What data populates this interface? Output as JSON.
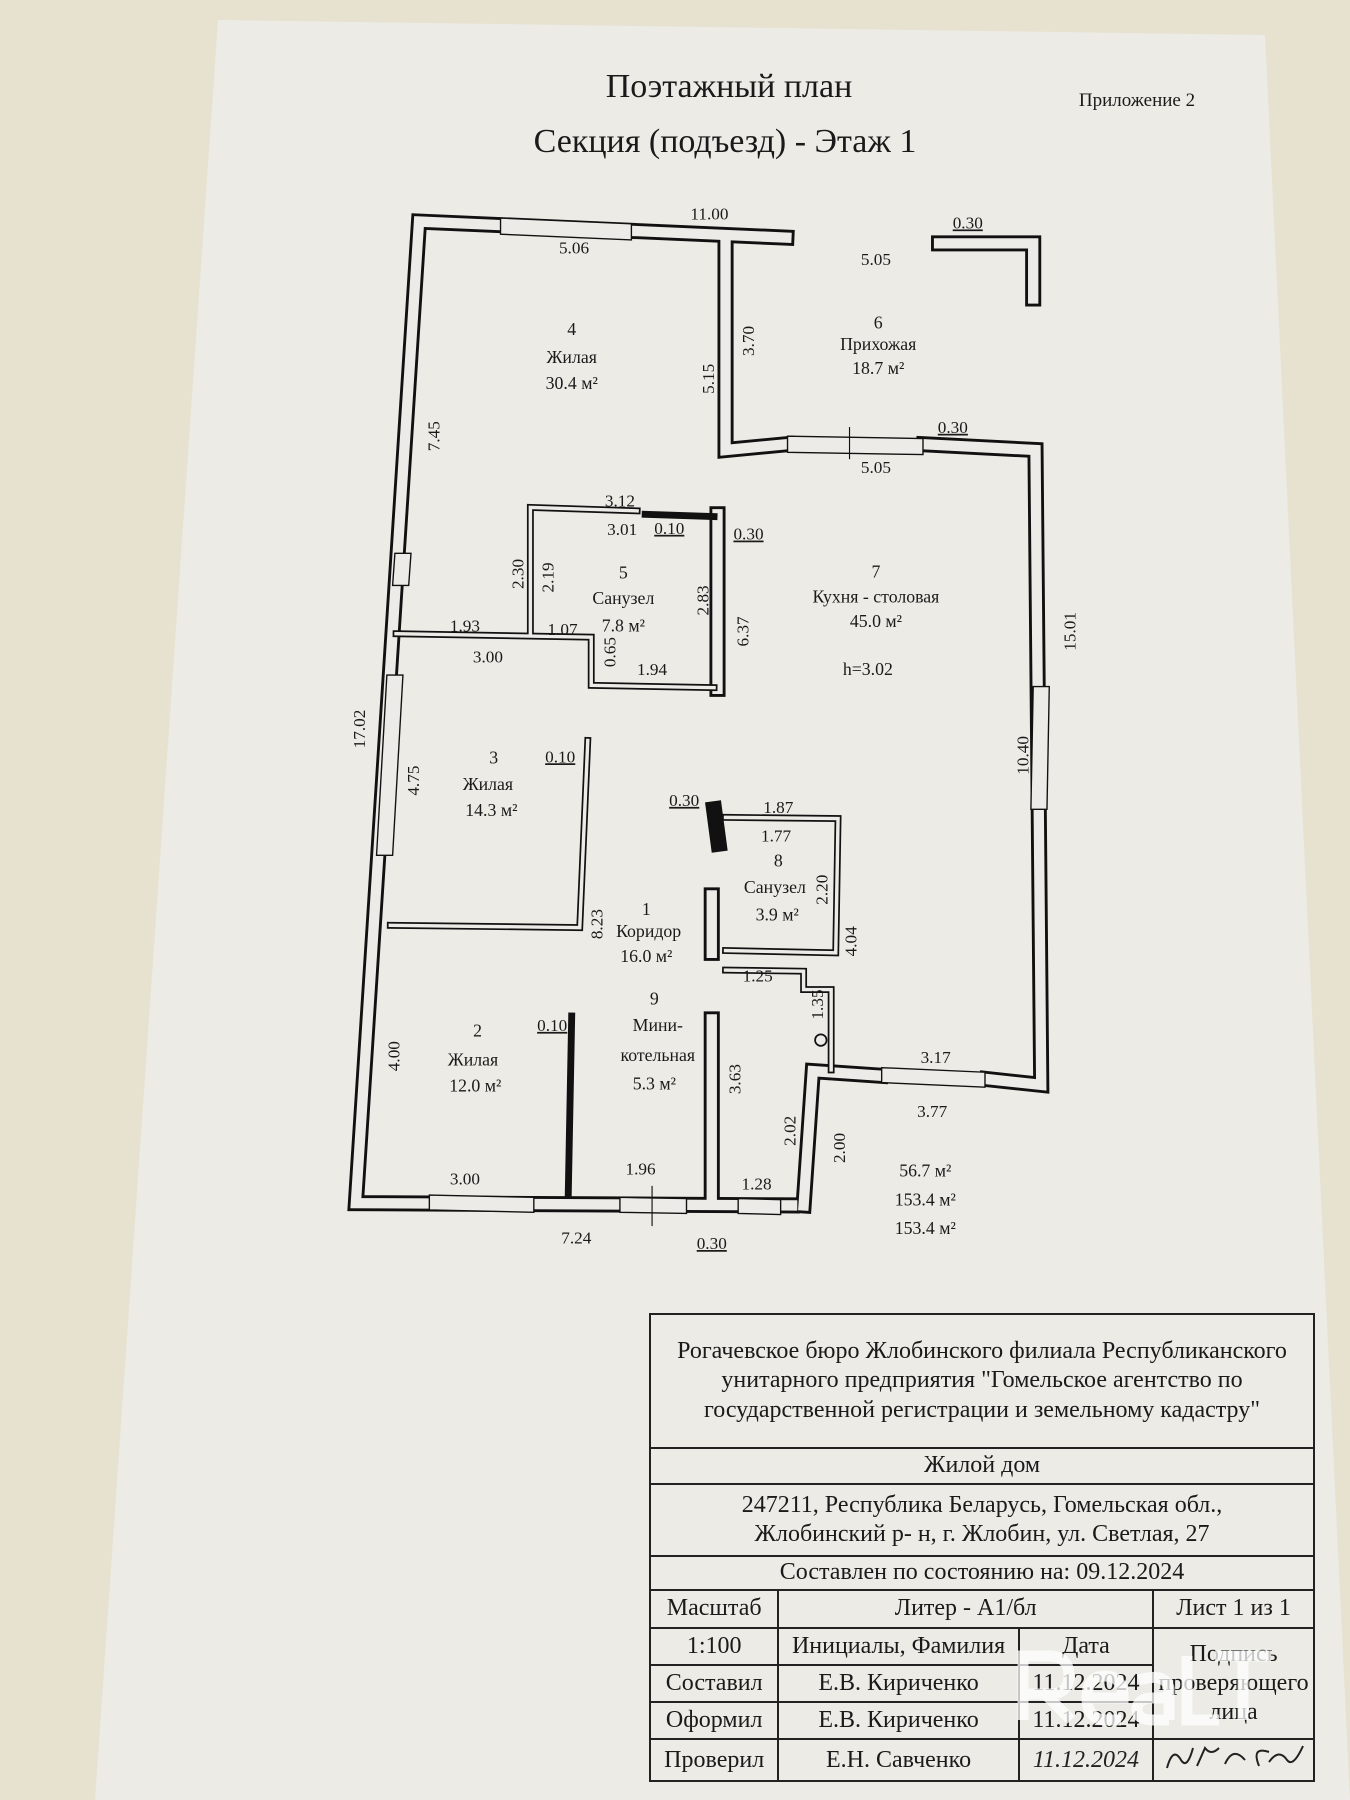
{
  "header": {
    "title": "Поэтажный план",
    "subtitle": "Секция (подъезд) - Этаж 1",
    "appendix": "Приложение 2"
  },
  "plan": {
    "rooms": [
      {
        "num": "4",
        "name": "Жилая",
        "area": "30.4 м²"
      },
      {
        "num": "6",
        "name": "Прихожая",
        "area": "18.7 м²"
      },
      {
        "num": "5",
        "name": "Санузел",
        "area": "7.8 м²"
      },
      {
        "num": "7",
        "name": "Кухня - столовая",
        "area": "45.0 м²",
        "height": "h=3.02"
      },
      {
        "num": "3",
        "name": "Жилая",
        "area": "14.3 м²"
      },
      {
        "num": "8",
        "name": "Санузел",
        "area": "3.9 м²"
      },
      {
        "num": "1",
        "name": "Коридор",
        "area": "16.0 м²"
      },
      {
        "num": "9",
        "name": "Мини-",
        "name2": "котельная",
        "area": "5.3 м²"
      },
      {
        "num": "2",
        "name": "Жилая",
        "area": "12.0 м²"
      }
    ],
    "dims": [
      "11.00",
      "5.06",
      "5.05",
      "0.30",
      "3.70",
      "5.15",
      "7.45",
      "0.30",
      "5.05",
      "3.12",
      "3.01",
      "0.10",
      "0.30",
      "2.30",
      "2.19",
      "2.83",
      "6.37",
      "1.93",
      "1.07",
      "3.00",
      "0.65",
      "1.94",
      "15.01",
      "17.02",
      "4.75",
      "0.10",
      "10.40",
      "0.30",
      "1.87",
      "1.77",
      "2.20",
      "8.23",
      "4.04",
      "1.25",
      "1.35",
      "0.10",
      "3.17",
      "3.63",
      "4.00",
      "3.77",
      "2.02",
      "2.00",
      "3.00",
      "1.96",
      "1.28",
      "7.24",
      "0.30"
    ],
    "totals": [
      "56.7 м²",
      "153.4 м²",
      "153.4 м²"
    ]
  },
  "stamp": {
    "organization": "Рогачевское бюро Жлобинского филиала Республиканского унитарного предприятия \"Гомельское агентство по государственной регистрации и земельному кадастру\"",
    "object": "Жилой дом",
    "address_line1": "247211, Республика Беларусь, Гомельская обл.,",
    "address_line2": "Жлобинский р- н, г. Жлобин, ул. Светлая, 27",
    "status_date": "Составлен по состоянию на: 09.12.2024",
    "scale_label": "Масштаб",
    "liter": "Литер - А1/бл",
    "sheet": "Лист 1 из 1",
    "scale_value": "1:100",
    "col_name": "Инициалы, Фамилия",
    "col_date": "Дата",
    "col_sign": "Подпись проверяющего лица",
    "rows": [
      {
        "role": "Составил",
        "name": "Е.В. Кириченко",
        "date": "11.12.2024"
      },
      {
        "role": "Оформил",
        "name": "Е.В. Кириченко",
        "date": "11.12.2024"
      },
      {
        "role": "Проверил",
        "name": "Е.Н. Савченко",
        "date": "11.12.2024"
      }
    ]
  },
  "watermark": "RealT"
}
